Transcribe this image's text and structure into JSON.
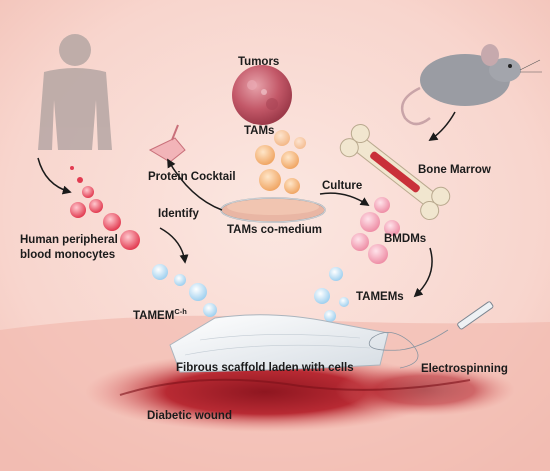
{
  "labels": {
    "tumors": "Tumors",
    "tams": "TAMs",
    "protein_cocktail": "Protein Cocktail",
    "bone_marrow": "Bone Marrow",
    "culture": "Culture",
    "identify": "Identify",
    "tams_co_medium": "TAMs co-medium",
    "human_monocytes_line1": "Human peripheral",
    "human_monocytes_line2": "blood monocytes",
    "bmdms": "BMDMs",
    "tamem_base": "TAMEM",
    "tamem_sup": "C-h",
    "tamems": "TAMEMs",
    "fibrous_scaffold": "Fibrous scaffold  laden with cells",
    "electrospinning": "Electrospinning",
    "diabetic_wound": "Diabetic wound"
  },
  "colors": {
    "background_pink": "#f9d9d2",
    "wound_red": "#a51d26",
    "human_silhouette": "#b9a9a6",
    "tumor": "#c75a68",
    "tam_cells": "#f2b27c",
    "monocytes": "#e8465a",
    "bmdms": "#f19db0",
    "tamem_cells": "#a9d8f2",
    "scaffold": "#eef1f4",
    "mouse": "#9a9ca3",
    "bone": "#f1e6cf",
    "marrow": "#c9303a"
  },
  "icons": [
    "human-silhouette-icon",
    "mouse-icon",
    "bone-icon",
    "tumor-icon",
    "petri-dish-icon",
    "syringe-icon",
    "protein-flask-icon"
  ]
}
